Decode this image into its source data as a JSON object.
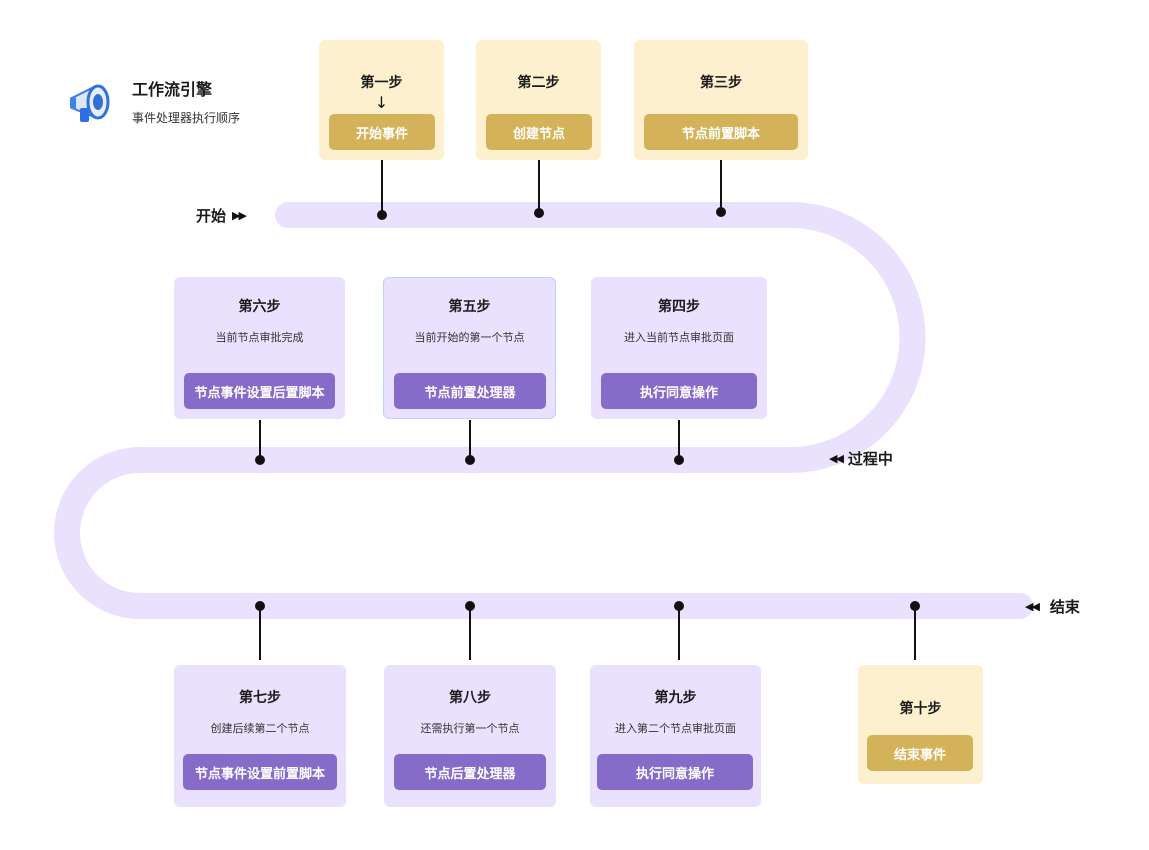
{
  "header": {
    "title": "工作流引擎",
    "subtitle": "事件处理器执行顺序",
    "logo_icon": "megaphone-icon"
  },
  "colors": {
    "track": "#e9e1fd",
    "yellow_card": "#fdf0cf",
    "gold_button": "#d4b25a",
    "purple_card": "#e9e1fd",
    "violet_button": "#866bc9",
    "selected_border": "#bcd3f6",
    "connector": "#111111"
  },
  "markers": {
    "start": {
      "label": "开始",
      "icon": "play-forward-icon",
      "glyph": "▶▶"
    },
    "middle": {
      "label": "过程中",
      "icon": "rewind-icon",
      "glyph": "◀◀"
    },
    "end": {
      "label": "结束",
      "icon": "rewind-icon",
      "glyph": "◀◀"
    }
  },
  "steps": [
    {
      "title": "第一步",
      "desc": "",
      "arrow": "↓",
      "button": "开始事件",
      "theme": "yellow"
    },
    {
      "title": "第二步",
      "desc": "",
      "button": "创建节点",
      "theme": "yellow"
    },
    {
      "title": "第三步",
      "desc": "",
      "button": "节点前置脚本",
      "theme": "yellow"
    },
    {
      "title": "第四步",
      "desc": "进入当前节点审批页面",
      "button": "执行同意操作",
      "theme": "purple"
    },
    {
      "title": "第五步",
      "desc": "当前开始的第一个节点",
      "button": "节点前置处理器",
      "theme": "purple",
      "selected": true
    },
    {
      "title": "第六步",
      "desc": "当前节点审批完成",
      "button": "节点事件设置后置脚本",
      "theme": "purple"
    },
    {
      "title": "第七步",
      "desc": "创建后续第二个节点",
      "button": "节点事件设置前置脚本",
      "theme": "purple"
    },
    {
      "title": "第八步",
      "desc": "还需执行第一个节点",
      "button": "节点后置处理器",
      "theme": "purple"
    },
    {
      "title": "第九步",
      "desc": "进入第二个节点审批页面",
      "button": "执行同意操作",
      "theme": "purple"
    },
    {
      "title": "第十步",
      "desc": "",
      "button": "结束事件",
      "theme": "yellow"
    }
  ]
}
